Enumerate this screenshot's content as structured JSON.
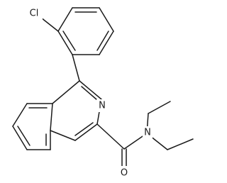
{
  "molecule": {
    "atom_labels": {
      "chlorine": "Cl",
      "ring_nitrogen": "N",
      "amide_nitrogen": "N",
      "carbonyl_oxygen": "O"
    }
  }
}
